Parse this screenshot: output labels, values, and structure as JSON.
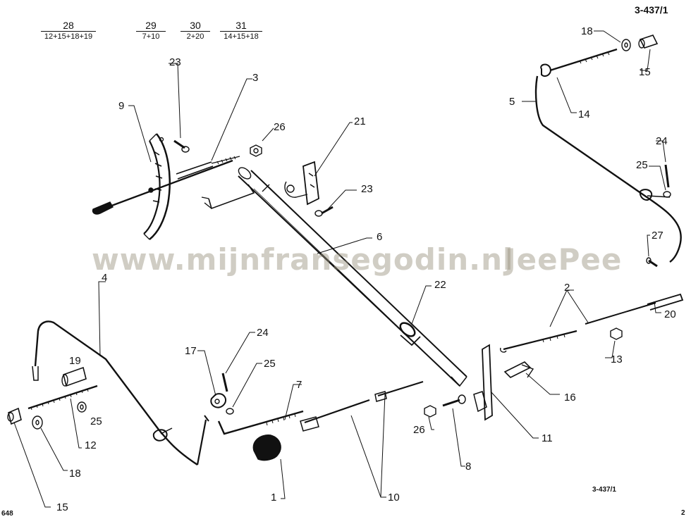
{
  "header": {
    "ref": "3-437/1"
  },
  "footer": {
    "ref": "3-437/1",
    "left": "648",
    "right": "2"
  },
  "watermark": {
    "left": "www.mijnfransegodin.nl",
    "right": "JeePee"
  },
  "fractions": [
    {
      "top": "28",
      "bottom": "12+15+18+19"
    },
    {
      "top": "29",
      "bottom": "7+10"
    },
    {
      "top": "30",
      "bottom": "2+20"
    },
    {
      "top": "31",
      "bottom": "14+15+18"
    }
  ],
  "callouts": {
    "c23a": "23",
    "c3": "3",
    "c9": "9",
    "c26a": "26",
    "c21": "21",
    "c23b": "23",
    "c6": "6",
    "c22": "22",
    "c18a": "18",
    "c15a": "15",
    "c5": "5",
    "c14": "14",
    "c24a": "24",
    "c25a": "25",
    "c27": "27",
    "c2": "2",
    "c20": "20",
    "c13": "13",
    "c16": "16",
    "c11": "11",
    "c4": "4",
    "c19": "19",
    "c25b": "25",
    "c12": "12",
    "c18b": "18",
    "c15b": "15",
    "c17": "17",
    "c24b": "24",
    "c25c": "25",
    "c7": "7",
    "c1": "1",
    "c10": "10",
    "c26b": "26",
    "c8": "8"
  }
}
